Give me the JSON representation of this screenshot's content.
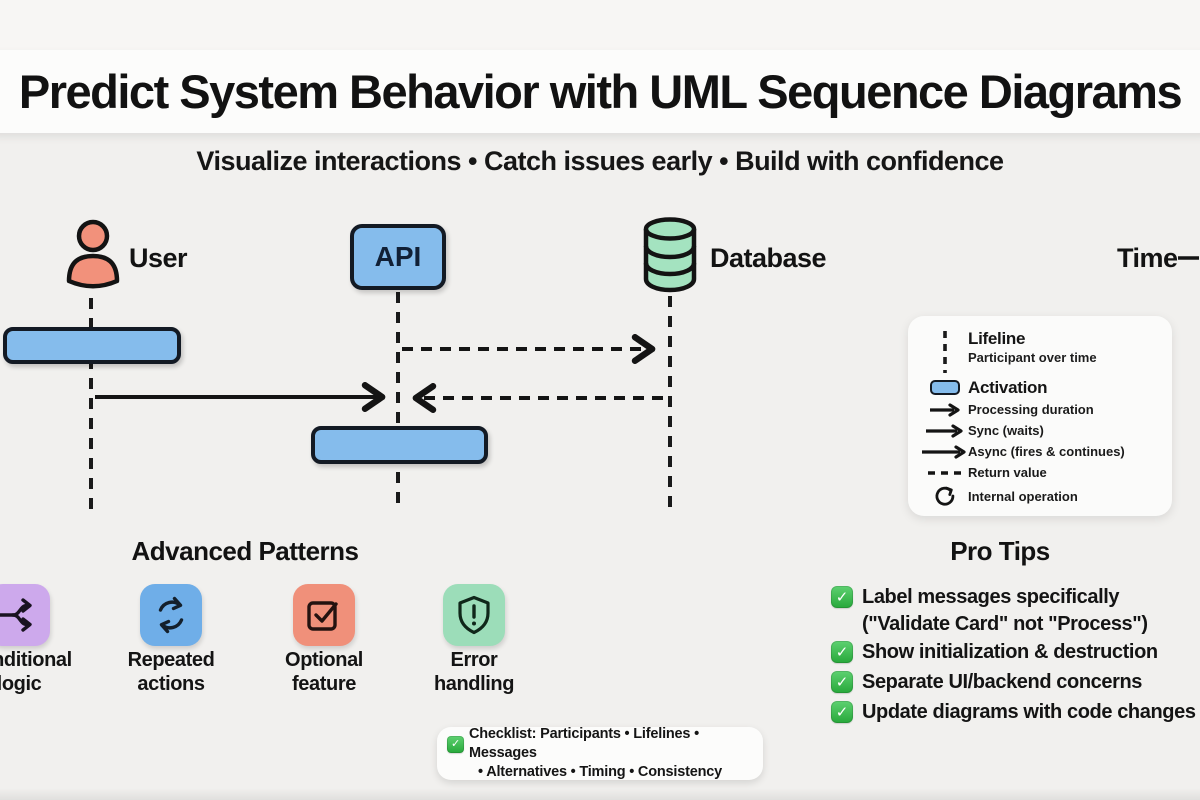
{
  "title": "Predict System Behavior with UML Sequence Diagrams",
  "subtitle": "Visualize interactions • Catch issues early • Build with confidence",
  "diagram": {
    "participants": [
      {
        "name": "User",
        "icon": "person-icon",
        "color": "#f2917b"
      },
      {
        "name": "API",
        "icon": "api-box",
        "color": "#85bcec"
      },
      {
        "name": "Database",
        "icon": "database-icon",
        "color": "#a4e3c0"
      }
    ],
    "time_label": "Time",
    "time_icon": "arrow-right-icon"
  },
  "legend": {
    "items": [
      {
        "icon": "dashed-lifeline-icon",
        "label": "Lifeline",
        "sublabel": "Participant over time"
      },
      {
        "icon": "activation-bar-icon",
        "label": "Activation"
      },
      {
        "icon": "solid-arrow-icon",
        "label": "Processing duration"
      },
      {
        "icon": "solid-arrow-icon",
        "label": "Sync (waits)"
      },
      {
        "icon": "solid-arrow-icon",
        "label": "Async (fires & continues)"
      },
      {
        "icon": "dashed-line-icon",
        "label": "Return value"
      },
      {
        "icon": "circular-arrow-icon",
        "label": "Internal operation"
      }
    ]
  },
  "advanced_patterns": {
    "heading": "Advanced Patterns",
    "items": [
      {
        "icon": "branch-icon",
        "color": "#cda9ec",
        "line1": "Conditional",
        "line2": "logic"
      },
      {
        "icon": "loop-icon",
        "color": "#6faee8",
        "line1": "Repeated",
        "line2": "actions"
      },
      {
        "icon": "checkbox-icon",
        "color": "#f0907a",
        "line1": "Optional",
        "line2": "feature"
      },
      {
        "icon": "shield-alert-icon",
        "color": "#9cddb9",
        "line1": "Error",
        "line2": "handling"
      }
    ]
  },
  "pro_tips": {
    "heading": "Pro Tips",
    "items": [
      {
        "line1": "Label messages specifically",
        "line2": "(\"Validate Card\" not \"Process\")"
      },
      {
        "line1": "Show initialization & destruction"
      },
      {
        "line1": "Separate UI/backend concerns"
      },
      {
        "line1": "Update diagrams with code changes"
      }
    ]
  },
  "checklist": {
    "line1": "Checklist: Participants • Lifelines • Messages",
    "line2": "• Alternatives • Timing • Consistency"
  },
  "icons": {
    "check": "✓"
  },
  "colors": {
    "background": "#f1f0ee",
    "band": "#fcfcfb",
    "ink": "#141414",
    "accent_blue": "#85bcec",
    "accent_salmon": "#f2917b",
    "accent_green": "#a4e3c0",
    "accent_purple": "#cda9ec",
    "check_green": "#2aa83c"
  }
}
